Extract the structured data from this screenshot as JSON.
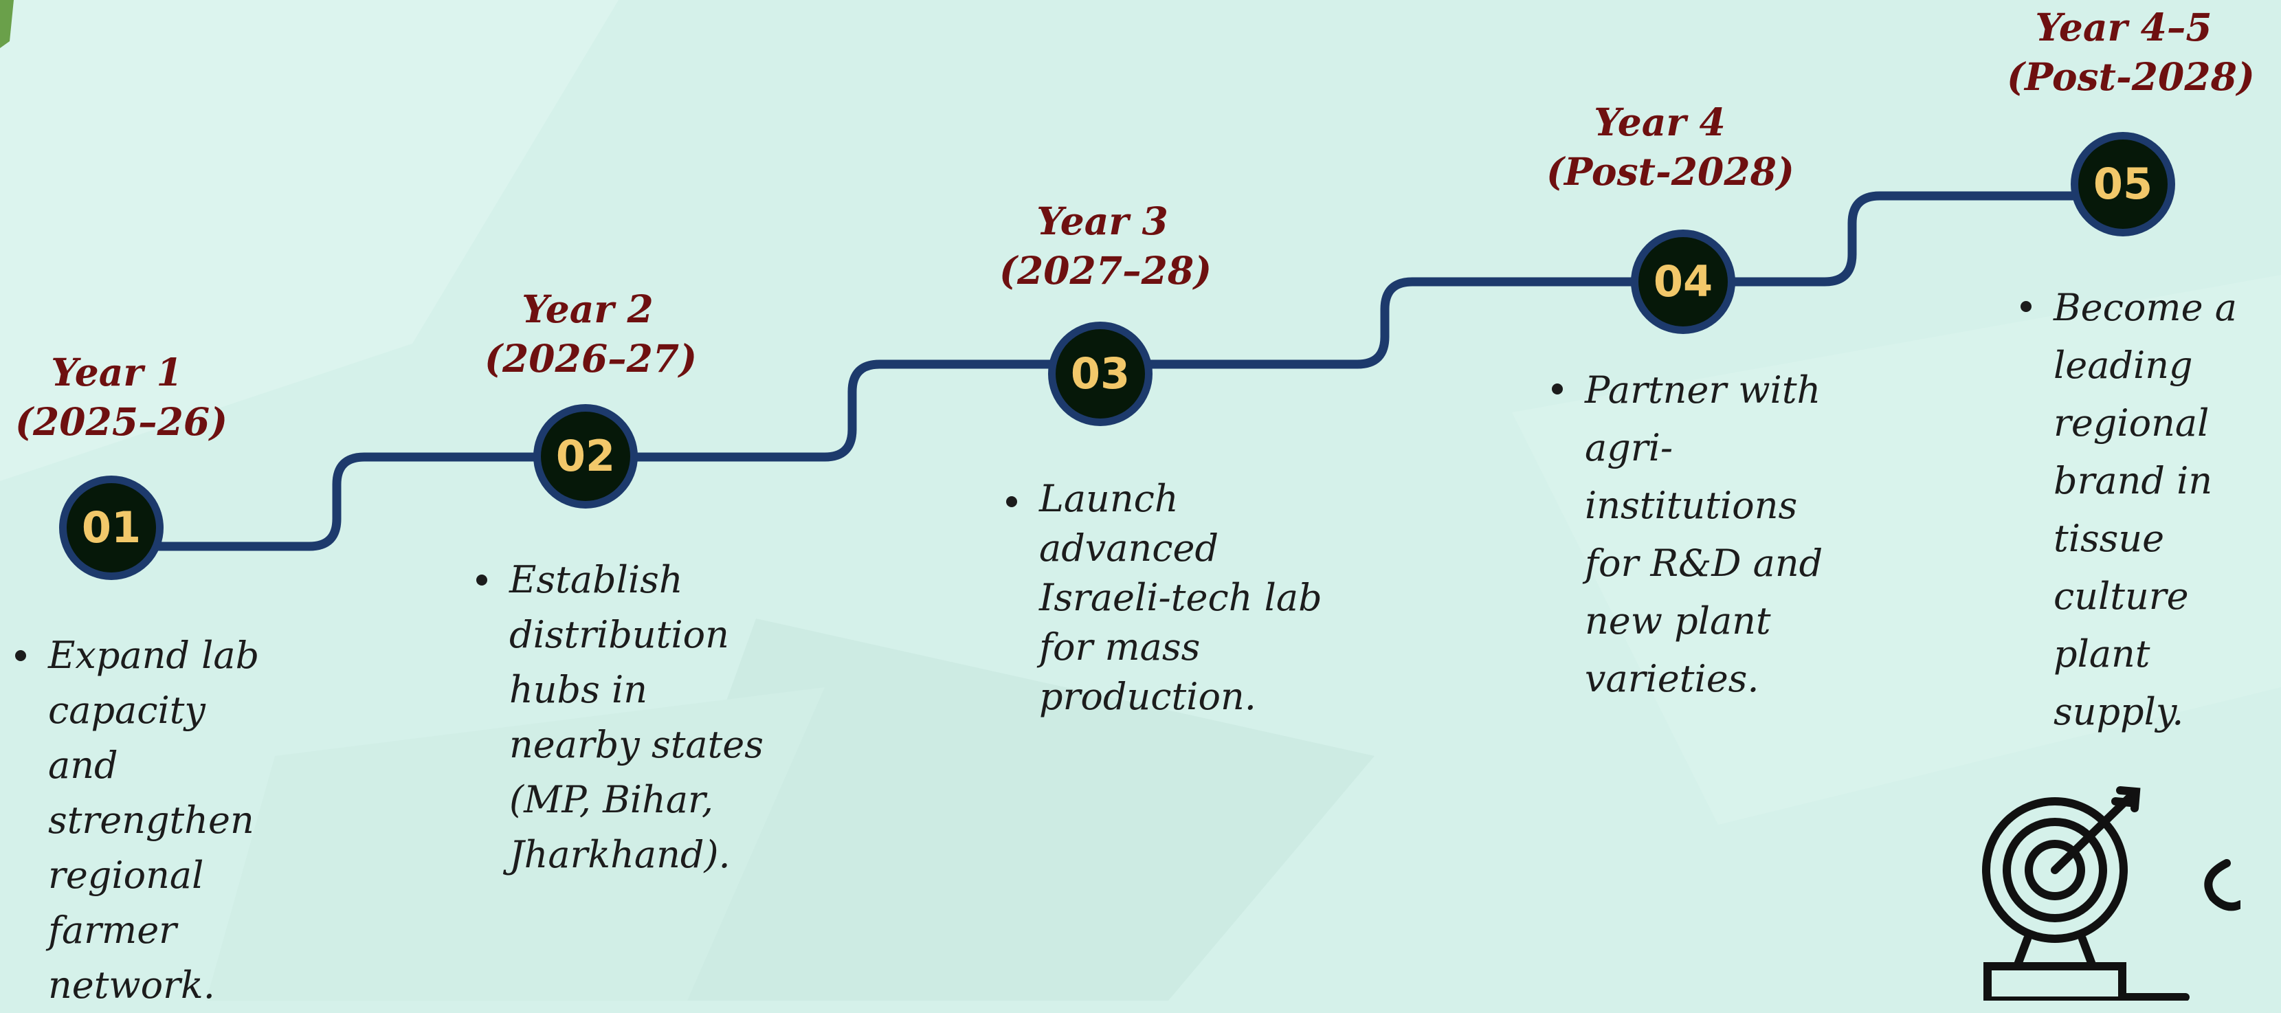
{
  "milestones": [
    {
      "year": "Year 1",
      "period": "(2025–26)",
      "number": "01",
      "text": "Expand lab capacity and strengthen regional farmer network."
    },
    {
      "year": "Year 2",
      "period": "(2026–27)",
      "number": "02",
      "text": "Establish distribution hubs in nearby states (MP, Bihar, Jharkhand)."
    },
    {
      "year": "Year 3",
      "period": "(2027–28)",
      "number": "03",
      "text": "Launch advanced Israeli-tech lab for mass production."
    },
    {
      "year": "Year 4",
      "period": "(Post-2028)",
      "number": "04",
      "text": "Partner with agri-institutions for R&D and new plant varieties."
    },
    {
      "year": "Year 4–5",
      "period": "(Post-2028)",
      "number": "05",
      "text": "Become a leading regional brand in tissue culture plant supply."
    }
  ],
  "colors": {
    "path": "#1d3a6c",
    "node_fill": "#061809",
    "node_text": "#f2c86a",
    "year_text": "#6e1010",
    "background": "#d5f1ea"
  },
  "icons": [
    "target-with-arrow-icon"
  ]
}
